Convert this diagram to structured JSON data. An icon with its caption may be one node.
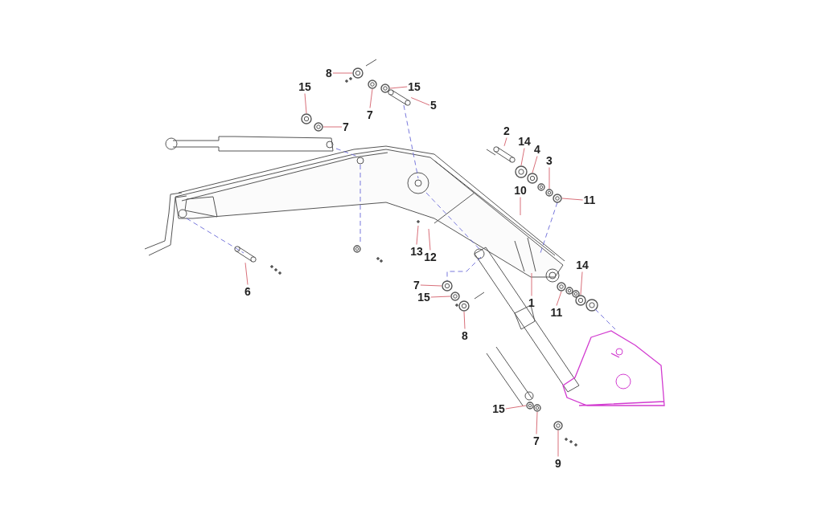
{
  "diagram": {
    "nodes": [
      {
        "text": [
          "8"
        ]
      },
      {
        "text": [
          "15"
        ]
      },
      {
        "text": [
          "7"
        ]
      },
      {
        "text": [
          "7"
        ]
      },
      {
        "text": [
          "15"
        ]
      },
      {
        "text": [
          "5"
        ]
      },
      {
        "text": [
          "2"
        ]
      },
      {
        "text": [
          "14"
        ]
      },
      {
        "text": [
          "4"
        ]
      },
      {
        "text": [
          "3"
        ]
      },
      {
        "text": [
          "10"
        ]
      },
      {
        "text": [
          "11"
        ]
      },
      {
        "text": [
          "13"
        ]
      },
      {
        "text": [
          "12"
        ]
      },
      {
        "text": [
          "6"
        ]
      },
      {
        "text": [
          "14"
        ]
      },
      {
        "text": [
          "1"
        ]
      },
      {
        "text": [
          "7"
        ]
      },
      {
        "text": [
          "11"
        ]
      },
      {
        "text": [
          "15"
        ]
      },
      {
        "text": [
          "8"
        ]
      },
      {
        "text": [
          "15"
        ]
      },
      {
        "text": [
          "7"
        ]
      },
      {
        "text": [
          "9"
        ]
      },
      {
        "text": [],
        "shape": "circle"
      },
      {
        "text": [],
        "shape": "circle"
      },
      {
        "text": [],
        "shape": "circle"
      },
      {
        "text": [],
        "shape": "circle"
      },
      {
        "text": [],
        "shape": "circle"
      },
      {
        "text": [],
        "shape": "cylinder"
      },
      {
        "text": [],
        "shape": "cylinder"
      },
      {
        "text": [],
        "shape": "circle"
      },
      {
        "text": [],
        "shape": "circle"
      },
      {
        "text": [],
        "shape": "circle"
      },
      {
        "text": [],
        "shape": "circle"
      },
      {
        "text": [],
        "shape": "cylinder"
      },
      {
        "text": [],
        "shape": "circle"
      },
      {
        "text": [],
        "shape": "circle"
      },
      {
        "text": [],
        "shape": "circle"
      },
      {
        "text": [],
        "shape": "circle"
      },
      {
        "text": [],
        "shape": "circle"
      },
      {
        "text": [],
        "shape": "circle"
      },
      {
        "text": [],
        "shape": "circle"
      },
      {
        "text": [],
        "shape": "circle"
      }
    ],
    "edges": [
      {
        "from": 0,
        "to": 24,
        "arrow": "none"
      },
      {
        "from": 1,
        "to": 25,
        "arrow": "none"
      },
      {
        "from": 2,
        "to": 26,
        "arrow": "none"
      },
      {
        "from": 3,
        "to": 27,
        "arrow": "none"
      },
      {
        "from": 4,
        "to": 28,
        "arrow": "none"
      },
      {
        "from": 5,
        "to": 29,
        "arrow": "none"
      },
      {
        "from": 6,
        "to": 30,
        "arrow": "none"
      },
      {
        "from": 7,
        "to": 31,
        "arrow": "none"
      },
      {
        "from": 8,
        "to": 32,
        "arrow": "none"
      },
      {
        "from": 9,
        "to": 33,
        "arrow": "none"
      },
      {
        "from": 10,
        "to": null,
        "arrow": "none"
      },
      {
        "from": 11,
        "to": 34,
        "arrow": "none"
      },
      {
        "from": 12,
        "to": null,
        "arrow": "none"
      },
      {
        "from": 13,
        "to": null,
        "arrow": "none"
      },
      {
        "from": 14,
        "to": 35,
        "arrow": "none"
      },
      {
        "from": 15,
        "to": 36,
        "arrow": "none"
      },
      {
        "from": 16,
        "to": null,
        "arrow": "none"
      },
      {
        "from": 17,
        "to": 37,
        "arrow": "none"
      },
      {
        "from": 18,
        "to": 38,
        "arrow": "none"
      },
      {
        "from": 19,
        "to": 39,
        "arrow": "none"
      },
      {
        "from": 20,
        "to": 40,
        "arrow": "none"
      },
      {
        "from": 21,
        "to": 41,
        "arrow": "none"
      },
      {
        "from": 22,
        "to": 42,
        "arrow": "none"
      },
      {
        "from": 23,
        "to": 43,
        "arrow": "none"
      }
    ]
  }
}
